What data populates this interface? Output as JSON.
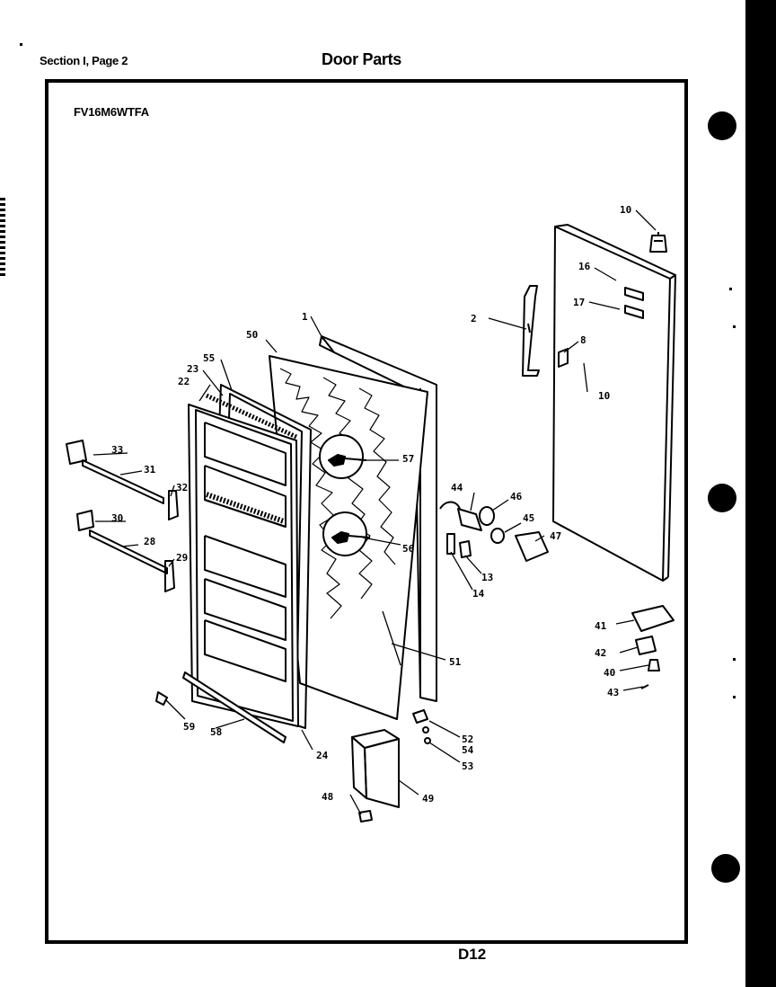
{
  "header": {
    "section": "Section I, Page 2",
    "title": "Door Parts"
  },
  "model_number": "FV16M6WTFA",
  "page_number": "D12",
  "callouts": {
    "c1": "1",
    "c2": "2",
    "c8": "8",
    "c10a": "10",
    "c10b": "10",
    "c13": "13",
    "c14": "14",
    "c16": "16",
    "c17": "17",
    "c22": "22",
    "c23": "23",
    "c24": "24",
    "c28": "28",
    "c29": "29",
    "c30": "30",
    "c31": "31",
    "c32": "32",
    "c33": "33",
    "c40": "40",
    "c41": "41",
    "c42": "42",
    "c43": "43",
    "c44": "44",
    "c45": "45",
    "c46": "46",
    "c47": "47",
    "c48": "48",
    "c49": "49",
    "c50": "50",
    "c51": "51",
    "c52": "52",
    "c53": "53",
    "c54": "54",
    "c55": "55",
    "c56": "56",
    "c57": "57",
    "c58": "58",
    "c59": "59"
  }
}
